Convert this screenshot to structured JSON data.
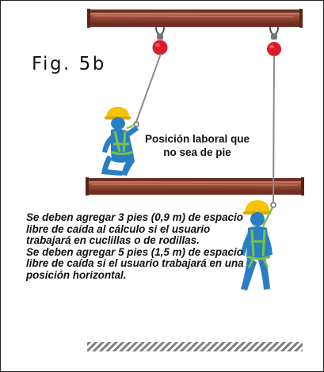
{
  "figure": {
    "label": "Fig. 5b",
    "caption": "Posición laboral que\nno sea de pie",
    "notes": [
      "Se deben agregar 3 pies (0,9 m) de espacio libre de caída al cálculo si el usuario trabajará en cuclillas o de rodillas.",
      "Se deben agregar 5 pies (1,5 m) de espacio libre de caída si el usuario trabajará en una posición horizontal."
    ]
  },
  "colors": {
    "beam": "#9a4a36",
    "beam_highlight": "#c27860",
    "helmet": "#f5c400",
    "body": "#2a7fc4",
    "harness": "#7cc242",
    "lifeline": "#8a8a8a",
    "anchor_device": "#d81e2a",
    "ground": "#8c8c8c"
  }
}
